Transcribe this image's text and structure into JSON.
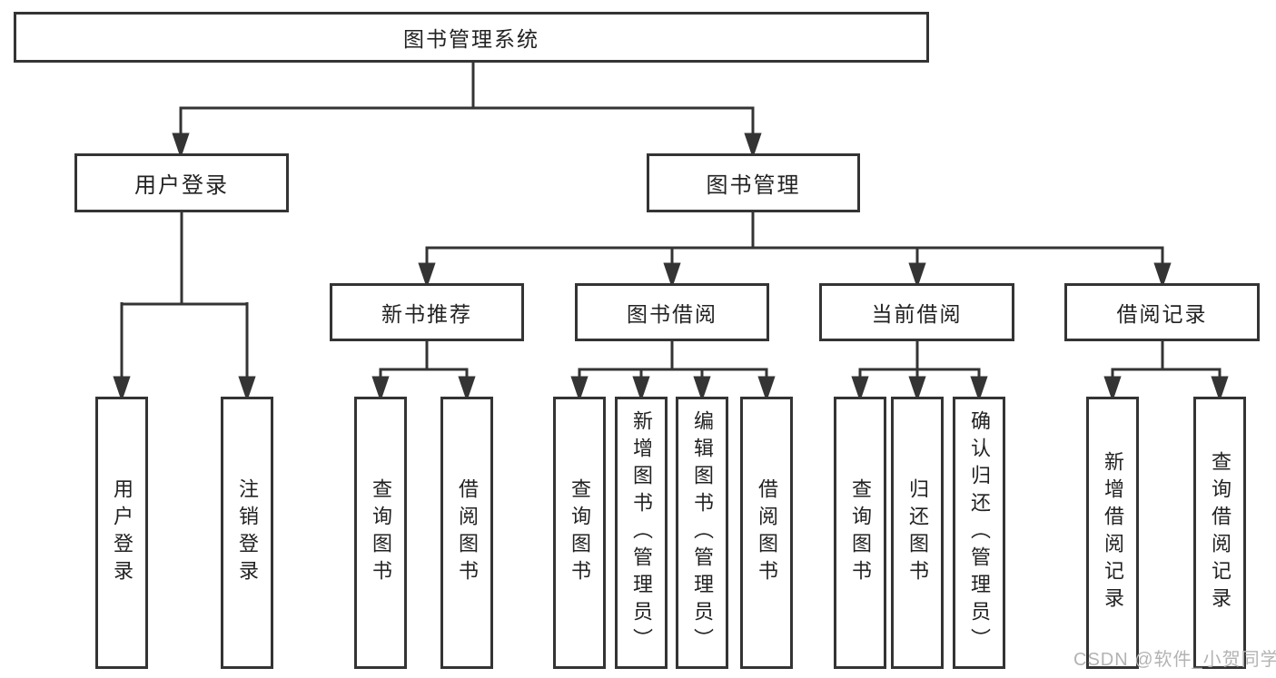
{
  "diagram": {
    "root": {
      "label": "图书管理系统"
    },
    "branches": [
      {
        "label": "用户登录",
        "children": [
          {
            "label": "用户登录"
          },
          {
            "label": "注销登录"
          }
        ]
      },
      {
        "label": "图书管理",
        "children": [
          {
            "label": "新书推荐",
            "children": [
              {
                "label": "查询图书"
              },
              {
                "label": "借阅图书"
              }
            ]
          },
          {
            "label": "图书借阅",
            "children": [
              {
                "label": "查询图书"
              },
              {
                "label": "新增图书（管理员）"
              },
              {
                "label": "编辑图书（管理员）"
              },
              {
                "label": "借阅图书"
              }
            ]
          },
          {
            "label": "当前借阅",
            "children": [
              {
                "label": "查询图书"
              },
              {
                "label": "归还图书"
              },
              {
                "label": "确认归还（管理员）"
              }
            ]
          },
          {
            "label": "借阅记录",
            "children": [
              {
                "label": "新增借阅记录"
              },
              {
                "label": "查询借阅记录"
              }
            ]
          }
        ]
      }
    ]
  },
  "colors": {
    "line": "#343434",
    "text": "#222222",
    "watermark": "#b3b3b3",
    "background": "#ffffff"
  },
  "watermark": {
    "text": "CSDN @软件_小贺同学"
  }
}
